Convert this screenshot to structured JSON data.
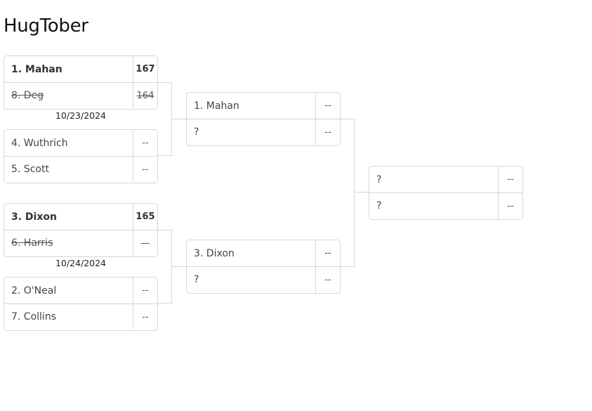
{
  "title": "HugTober",
  "rounds": [
    {
      "matches": [
        {
          "teams": [
            {
              "name": "1. Mahan",
              "score": "167",
              "status": "winner"
            },
            {
              "name": "8. Deg",
              "score": "164",
              "status": "loser"
            }
          ],
          "date": "10/23/2024"
        },
        {
          "teams": [
            {
              "name": "4. Wuthrich",
              "score": "--",
              "status": "pending"
            },
            {
              "name": "5. Scott",
              "score": "--",
              "status": "pending"
            }
          ]
        },
        {
          "teams": [
            {
              "name": "3. Dixon",
              "score": "165",
              "status": "winner"
            },
            {
              "name": "6. Harris",
              "score": "—",
              "status": "loser"
            }
          ],
          "date": "10/24/2024"
        },
        {
          "teams": [
            {
              "name": "2. O'Neal",
              "score": "--",
              "status": "pending"
            },
            {
              "name": "7. Collins",
              "score": "--",
              "status": "pending"
            }
          ]
        }
      ]
    },
    {
      "matches": [
        {
          "teams": [
            {
              "name": "1. Mahan",
              "score": "--",
              "status": "pending"
            },
            {
              "name": "?",
              "score": "--",
              "status": "pending"
            }
          ]
        },
        {
          "teams": [
            {
              "name": "3. Dixon",
              "score": "--",
              "status": "pending"
            },
            {
              "name": "?",
              "score": "--",
              "status": "pending"
            }
          ]
        }
      ]
    },
    {
      "matches": [
        {
          "teams": [
            {
              "name": "?",
              "score": "--",
              "status": "pending"
            },
            {
              "name": "?",
              "score": "--",
              "status": "pending"
            }
          ]
        }
      ]
    }
  ]
}
